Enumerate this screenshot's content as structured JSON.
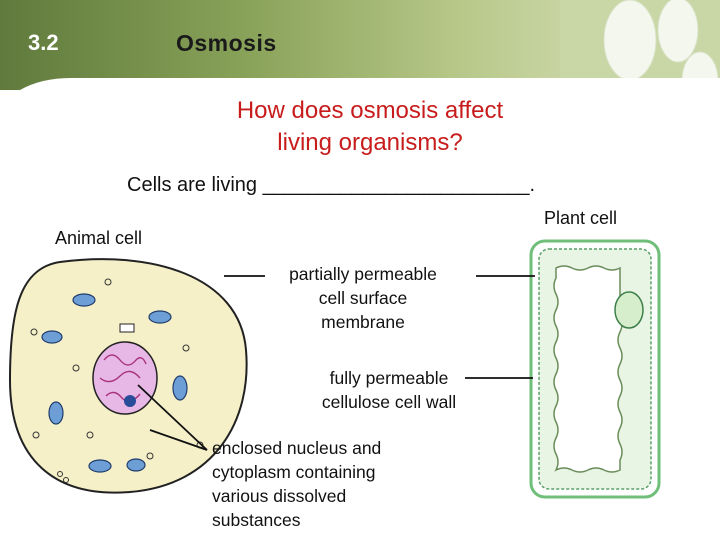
{
  "slide": {
    "section_number": "3.2",
    "title": "Osmosis",
    "question_line1": "How does osmosis affect",
    "question_line2": "living organisms?",
    "prompt": "Cells are living ________________________."
  },
  "labels": {
    "animal_cell": "Animal cell",
    "plant_cell": "Plant cell"
  },
  "callouts": {
    "membrane_line1": "partially permeable",
    "membrane_line2": "cell surface",
    "membrane_line3": "membrane",
    "wall_line1": "fully permeable",
    "wall_line2": "cellulose cell wall",
    "contents_line1": "enclosed nucleus and",
    "contents_line2": "cytoplasm containing",
    "contents_line3": "various dissolved",
    "contents_line4": "substances"
  },
  "colors": {
    "title_red": "#c81c1c",
    "cytoplasm": "#f6f0c9",
    "nucleus": "#e7b7e6",
    "plant_wall": "#6fbf7a"
  }
}
